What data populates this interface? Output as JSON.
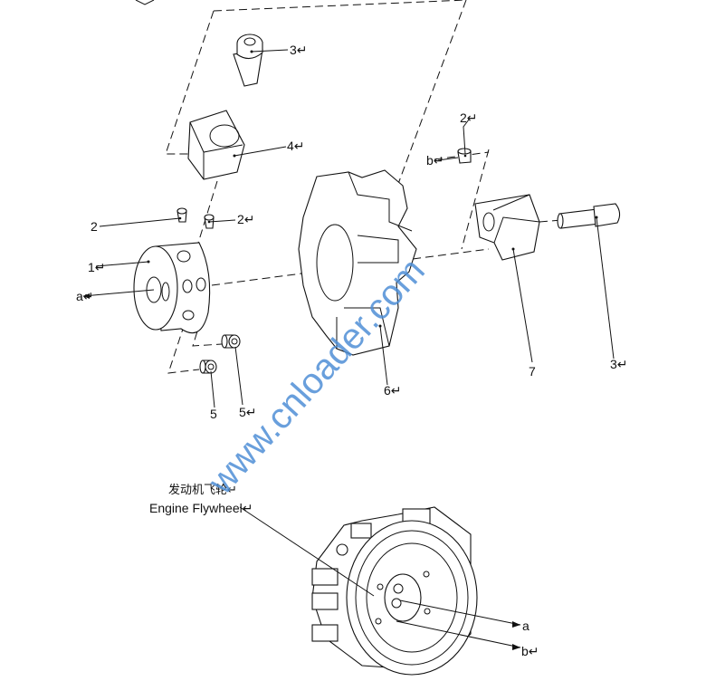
{
  "labels": {
    "bolt_top": "3↵",
    "clamp": "4↵",
    "pin_right": "2↵",
    "b_top": "b↵",
    "pin_left": "2",
    "pin_mid": "2↵",
    "hub": "1↵",
    "a_left": "a↵",
    "bush_left": "5",
    "bush_right": "5↵",
    "star_element": "6↵",
    "jaw_right": "7",
    "bolt_right": "3↵",
    "flywheel_cn": "发动机飞轮↵",
    "flywheel_en": "Engine Flywheel↵",
    "a_bottom": "a",
    "b_bottom": "b↵"
  },
  "watermark": "www.cnloader.com",
  "colors": {
    "line": "#111111",
    "watermark": "#4f8fd6"
  }
}
